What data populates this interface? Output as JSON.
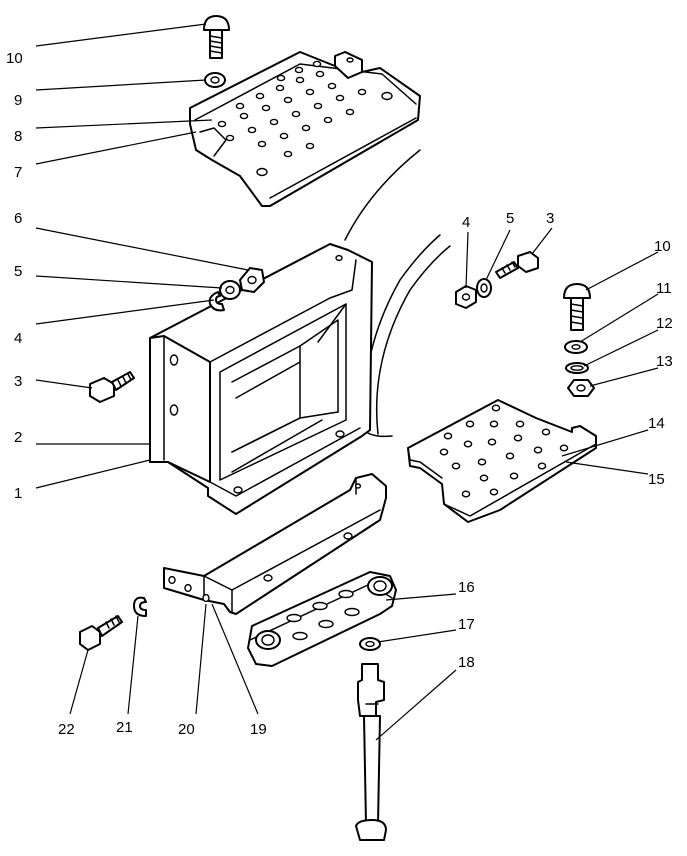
{
  "callouts": [
    {
      "id": "c10a",
      "label": "10",
      "part": "carriage bolt"
    },
    {
      "id": "c9",
      "label": "9",
      "part": "washer"
    },
    {
      "id": "c8",
      "label": "8",
      "part": "step plate"
    },
    {
      "id": "c7",
      "label": "7",
      "part": "step plate edge"
    },
    {
      "id": "c6",
      "label": "6",
      "part": "nut"
    },
    {
      "id": "c5a",
      "label": "5",
      "part": "washer"
    },
    {
      "id": "c4a",
      "label": "4",
      "part": "lock washer"
    },
    {
      "id": "c3a",
      "label": "3",
      "part": "bolt"
    },
    {
      "id": "c2",
      "label": "2",
      "part": "bracket"
    },
    {
      "id": "c1",
      "label": "1",
      "part": "bracket edge"
    },
    {
      "id": "c4b",
      "label": "4",
      "part": "nut"
    },
    {
      "id": "c5b",
      "label": "5",
      "part": "washer"
    },
    {
      "id": "c3b",
      "label": "3",
      "part": "bolt"
    },
    {
      "id": "c10b",
      "label": "10",
      "part": "carriage bolt"
    },
    {
      "id": "c11",
      "label": "11",
      "part": "washer"
    },
    {
      "id": "c12",
      "label": "12",
      "part": "lock washer"
    },
    {
      "id": "c13",
      "label": "13",
      "part": "nut"
    },
    {
      "id": "c14",
      "label": "14",
      "part": "step plate"
    },
    {
      "id": "c15",
      "label": "15",
      "part": "step plate"
    },
    {
      "id": "c16",
      "label": "16",
      "part": "mounting block"
    },
    {
      "id": "c17",
      "label": "17",
      "part": "washer"
    },
    {
      "id": "c18",
      "label": "18",
      "part": "rod"
    },
    {
      "id": "c19",
      "label": "19",
      "part": "angle bracket"
    },
    {
      "id": "c20",
      "label": "20",
      "part": "angle bracket holes"
    },
    {
      "id": "c21",
      "label": "21",
      "part": "lock washer"
    },
    {
      "id": "c22",
      "label": "22",
      "part": "bolt"
    }
  ]
}
